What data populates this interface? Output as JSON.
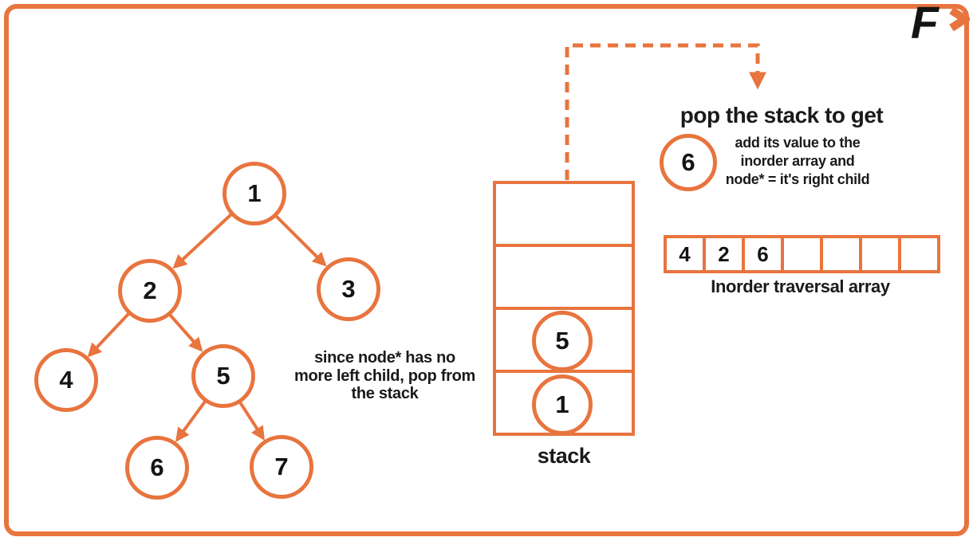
{
  "colors": {
    "accent": "#E8743E",
    "text": "#1A1A1A",
    "background": "#FFFFFF"
  },
  "logo": {
    "letter": "F",
    "chevron_icon": "right-chevron"
  },
  "tree": {
    "nodes": [
      {
        "value": "1"
      },
      {
        "value": "2"
      },
      {
        "value": "3"
      },
      {
        "value": "4"
      },
      {
        "value": "5"
      },
      {
        "value": "6"
      },
      {
        "value": "7"
      }
    ],
    "edges": [
      "1-2",
      "1-3",
      "2-4",
      "2-5",
      "5-6",
      "5-7"
    ]
  },
  "left_note": "since node* has no\nmore left child, pop from\nthe stack",
  "stack": {
    "label": "stack",
    "cells": [
      "",
      "",
      "5",
      "1"
    ]
  },
  "pop": {
    "heading": "pop the stack to get",
    "node_value": "6",
    "note": "add its value to the\ninorder array and\nnode* = it's right child"
  },
  "inorder_array": {
    "label": "Inorder traversal array",
    "cells": [
      "4",
      "2",
      "6",
      "",
      "",
      "",
      ""
    ]
  }
}
